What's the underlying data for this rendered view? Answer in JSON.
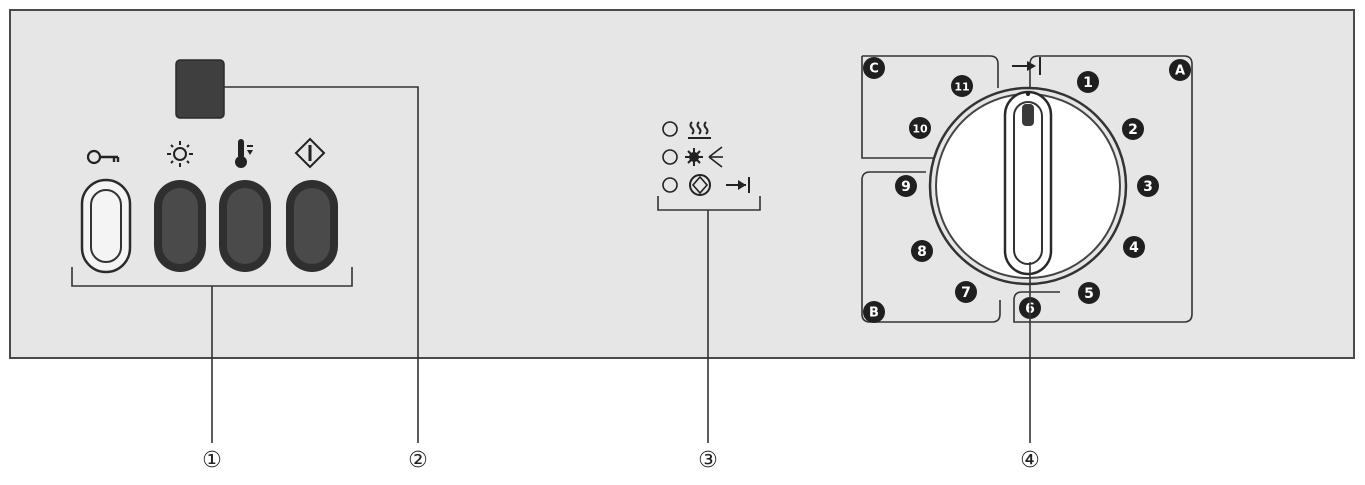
{
  "callouts": [
    "①",
    "②",
    "③",
    "④"
  ],
  "program_numbers": [
    "1",
    "2",
    "3",
    "4",
    "5",
    "6",
    "7",
    "8",
    "9",
    "10",
    "11"
  ],
  "group_letters": [
    "A",
    "B",
    "C"
  ],
  "colors": {
    "panel_bg": "#e6e6e6",
    "panel_border": "#4a4a4a",
    "button_dark": "#3c3c3c",
    "display": "#3f3f3f",
    "label_dark": "#1f1f1f"
  },
  "icons": {
    "button_icons": [
      "key-icon",
      "sun-icon",
      "thermometer-icon",
      "start-diamond-icon"
    ],
    "indicator_icons": [
      "heat-waves-icon",
      "sun-spray-icon",
      "wash-end-icon"
    ],
    "dial_top_icon": "arrow-to-end-icon"
  }
}
